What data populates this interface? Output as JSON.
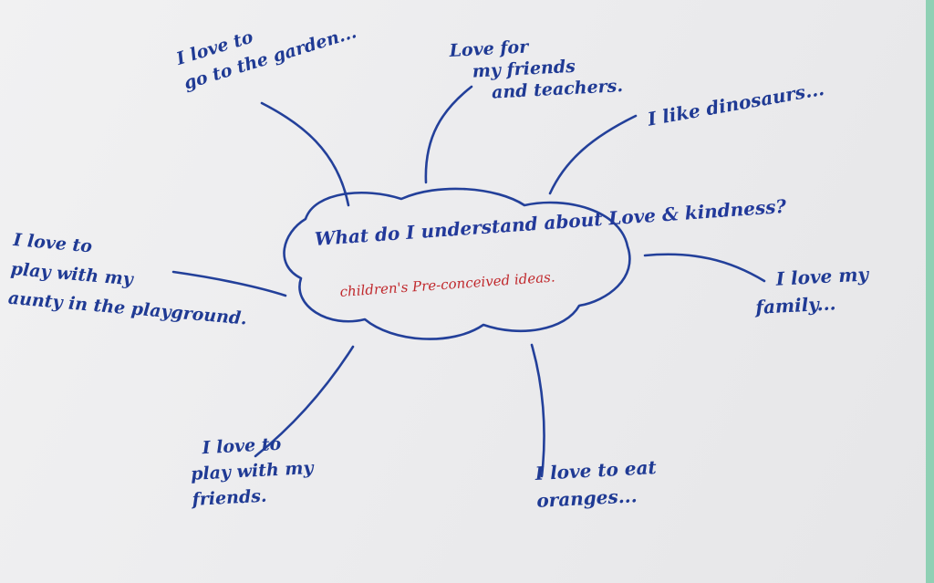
{
  "background_color": "#eeeeef",
  "ink_color": "#1f3a94",
  "accent_color": "#c0282c",
  "edge_color": "#8fd0b4",
  "center": {
    "question_line1": "What do I understand",
    "question_line2": "about Love & kindness?",
    "subtitle_line1": "children's Pre-conceived",
    "subtitle_line2": "ideas."
  },
  "branches": {
    "garden": {
      "line1": "I love to",
      "line2": "go to the garden..."
    },
    "friends_teachers": {
      "line1": "Love for",
      "line2": "my friends",
      "line3": "and teachers."
    },
    "dinosaurs": {
      "line1": "I like dinosaurs..."
    },
    "aunty": {
      "line1": "I love to",
      "line2": "play with my",
      "line3": "aunty in the playground."
    },
    "family": {
      "line1": "I love my",
      "line2": "family..."
    },
    "play_friends": {
      "line1": "I love to",
      "line2": "play with my",
      "line3": "friends."
    },
    "oranges": {
      "line1": "I love to eat",
      "line2": "oranges..."
    }
  }
}
